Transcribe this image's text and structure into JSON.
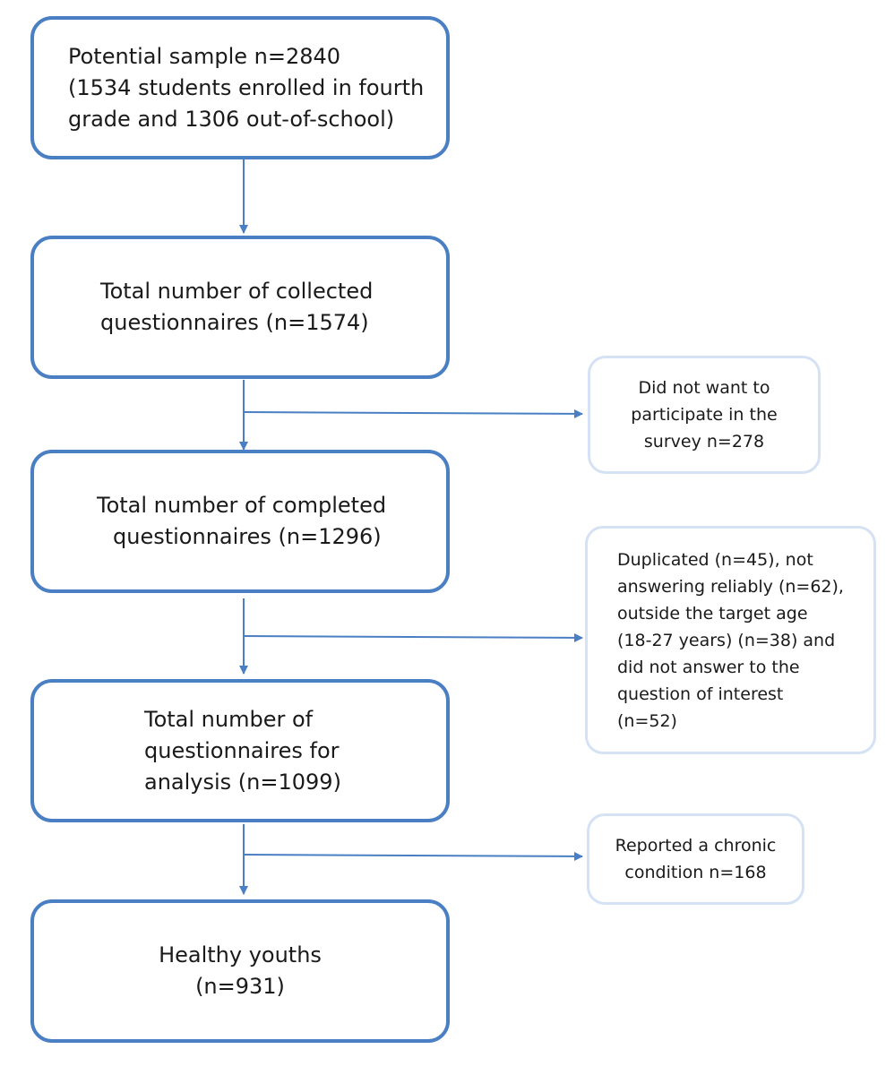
{
  "flow": {
    "main_boxes": [
      {
        "lines": [
          "Potential sample n=2840",
          "(1534 students enrolled in fourth",
          "grade and 1306 out-of-school)"
        ]
      },
      {
        "lines": [
          "Total number of collected",
          "questionnaires (n=1574)"
        ]
      },
      {
        "lines": [
          "Total number of completed",
          "questionnaires (n=1296)"
        ]
      },
      {
        "lines": [
          "Total number of",
          "questionnaires for",
          "analysis (n=1099)"
        ]
      },
      {
        "lines": [
          "Healthy youths",
          "(n=931)"
        ]
      }
    ],
    "exclusions": [
      {
        "lines": [
          "Did not want to",
          "participate in the",
          "survey n=278"
        ]
      },
      {
        "lines": [
          "Duplicated (n=45), not",
          "answering reliably (n=62),",
          "outside the target age",
          "(18-27 years) (n=38) and",
          "did not answer to the",
          "question of interest",
          "(n=52)"
        ]
      },
      {
        "lines": [
          "Reported a chronic",
          "condition n=168"
        ]
      }
    ]
  },
  "colors": {
    "main_border": "#4a7fc4",
    "side_border": "#d5e2f3",
    "arrow": "#4a7fc4"
  }
}
